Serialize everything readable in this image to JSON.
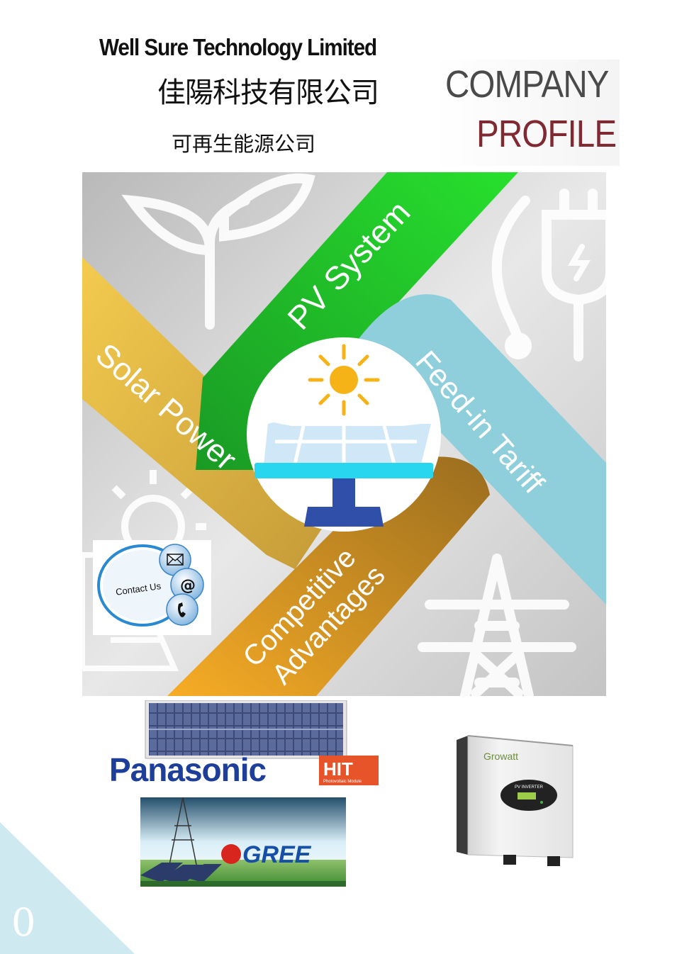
{
  "header": {
    "company_en": "Well Sure Technology Limited",
    "company_zh": "佳陽科技有限公司",
    "tagline_zh": "可再生能源公司",
    "profile_line1": "COMPANY",
    "profile_line2": "PROFILE"
  },
  "hero": {
    "ribbon_pv": "PV System",
    "ribbon_solar": "Solar Power",
    "ribbon_fit": "Feed-in Tariff",
    "ribbon_adv_line1": "Competitive",
    "ribbon_adv_line2": "Advantages"
  },
  "contact": {
    "label": "Contact Us"
  },
  "brands": {
    "panasonic": "Panasonic",
    "hit": "HIT",
    "hit_sub": "Photovoltaic Module",
    "gree": "GREE",
    "growatt": "Growatt",
    "inverter_label": "PV INVERTER"
  },
  "page": {
    "number": "0"
  },
  "colors": {
    "green": "#2bc534",
    "gold": "#e9b53b",
    "teal": "#8fd0dc",
    "orange": "#f0a328",
    "profile_dark": "#4a4a4a",
    "profile_red": "#7f2a33",
    "corner_blue": "#cfe9f1"
  }
}
